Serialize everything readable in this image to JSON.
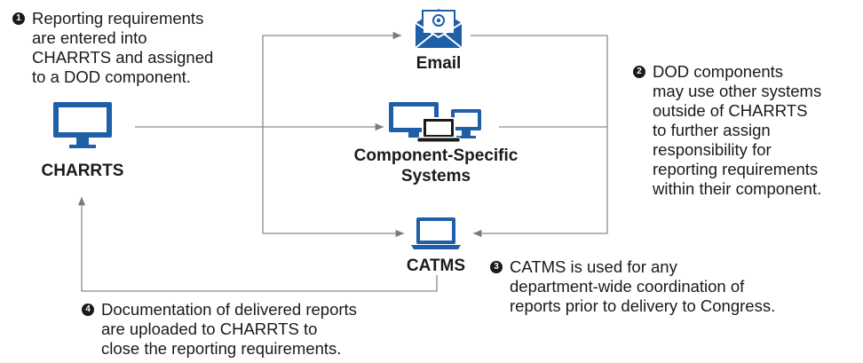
{
  "steps": [
    {
      "number": "1",
      "text": "Reporting requirements\nare entered into\nCHARRTS and assigned\nto a DOD component."
    },
    {
      "number": "2",
      "text": "DOD components\nmay use other systems\noutside of CHARRTS\nto further assign\nresponsibility for\nreporting requirements\nwithin their component."
    },
    {
      "number": "3",
      "text": "CATMS is used for any\ndepartment-wide coordination of\nreports prior to delivery to Congress."
    },
    {
      "number": "4",
      "text": "Documentation of delivered reports\nare uploaded to CHARRTS to\nclose the reporting requirements."
    }
  ],
  "nodes": {
    "charrts": "CHARRTS",
    "email": "Email",
    "component_specific": "Component-Specific\nSystems",
    "catms": "CATMS"
  },
  "colors": {
    "icon_blue": "#1f5fa8",
    "line_gray": "#8c8c8c",
    "text": "#1a1a1a"
  }
}
